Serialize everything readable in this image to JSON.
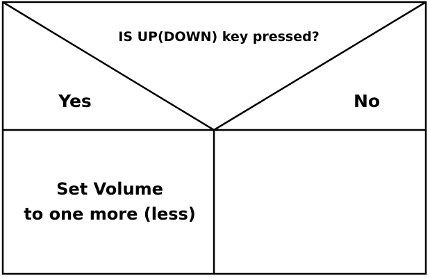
{
  "structogram": {
    "condition": "IS UP(DOWN) key pressed?",
    "branch_true_label": "Yes",
    "branch_false_label": "No",
    "true_action_line1": "Set Volume",
    "true_action_line2": "to one more (less)",
    "false_action": ""
  },
  "colors": {
    "line": "#000000",
    "background": "#ffffff",
    "text": "#000000"
  }
}
